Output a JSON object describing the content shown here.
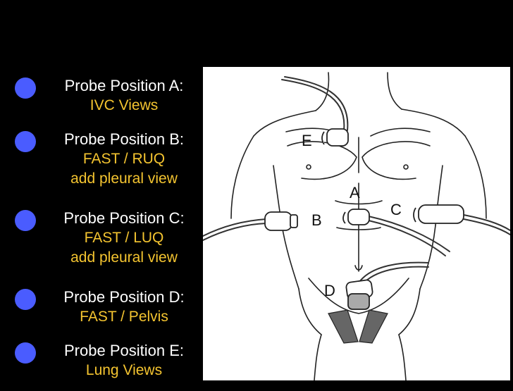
{
  "legend": {
    "bullet_color": "#4a5cff",
    "title_color": "#ffffff",
    "subtitle_color": "#f4c430",
    "items": [
      {
        "title": "Probe Position A:",
        "lines": [
          "IVC Views"
        ]
      },
      {
        "title": "Probe Position B:",
        "lines": [
          "FAST / RUQ",
          "add pleural view"
        ]
      },
      {
        "title": "Probe Position C:",
        "lines": [
          "FAST / LUQ",
          "add pleural view"
        ]
      },
      {
        "title": "Probe Position D:",
        "lines": [
          "FAST / Pelvis"
        ]
      },
      {
        "title": "Probe Position E:",
        "lines": [
          "Lung Views"
        ]
      }
    ]
  },
  "diagram": {
    "labels": {
      "a": "A",
      "b": "B",
      "c": "C",
      "d": "D",
      "e": "E"
    }
  }
}
